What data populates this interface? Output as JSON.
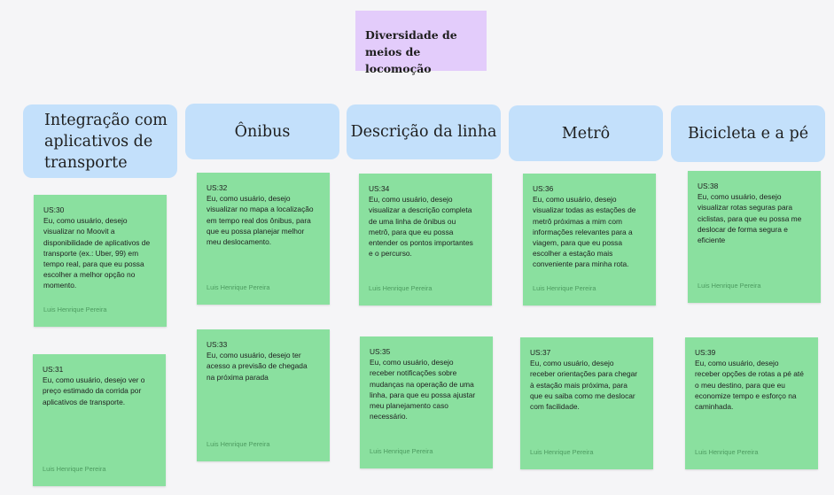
{
  "title": "Diversidade de\nmeios de locomoção",
  "columns": [
    {
      "header": "Integração com\naplicativos de\ntransporte"
    },
    {
      "header": "Ônibus"
    },
    {
      "header": "Descrição da linha"
    },
    {
      "header": "Metrô"
    },
    {
      "header": "Bicicleta e a pé"
    }
  ],
  "stories": [
    {
      "id": "US:30",
      "text": "Eu, como usuário, desejo\nvisualizar no Moovit a\ndisponibilidade de aplicativos de\ntransporte (ex.: Uber, 99) em\ntempo real, para que eu possa\nescolher a melhor opção no\nmomento.",
      "author": "Luis Henrique Pereira"
    },
    {
      "id": "US:31",
      "text": "Eu, como usuário, desejo ver o\npreço estimado  da corrida por\naplicativos de transporte.",
      "author": "Luis Henrique Pereira"
    },
    {
      "id": "US:32",
      "text": "Eu, como usuário, desejo\nvisualizar no mapa a localização\nem tempo real dos ônibus, para\nque eu possa planejar melhor\nmeu deslocamento.",
      "author": "Luis Henrique Pereira"
    },
    {
      "id": "US:33",
      "text": "Eu, como usuário, desejo ter\nacesso a previsão de chegada\nna próxima parada",
      "author": "Luis Henrique Pereira"
    },
    {
      "id": "US:34",
      "text": "Eu, como usuário, desejo\nvisualizar a descrição completa\nde uma linha de ônibus ou\nmetrô, para que eu possa\nentender os pontos importantes\ne o percurso.",
      "author": "Luis Henrique Pereira"
    },
    {
      "id": "US:35",
      "text": "Eu, como usuário, desejo\nreceber notificações sobre\nmudanças na operação de uma\nlinha, para que eu possa ajustar\nmeu planejamento caso\nnecessário.",
      "author": "Luis Henrique Pereira"
    },
    {
      "id": "US:36",
      "text": "Eu, como usuário, desejo\nvisualizar todas as estações de\nmetrô próximas a mim com\ninformações relevantes para a\nviagem, para que eu possa\nescolher a estação mais\nconveniente para minha rota.",
      "author": "Luis Henrique Pereira"
    },
    {
      "id": "US:37",
      "text": "Eu, como usuário, desejo\nreceber orientações para chegar\nà estação mais próxima, para\nque eu saiba como me deslocar\ncom facilidade.",
      "author": "Luis Henrique Pereira"
    },
    {
      "id": "US:38",
      "text": "Eu, como usuário, desejo\nvisualizar rotas seguras para\nciclistas, para que eu possa me\ndeslocar de forma segura e\neficiente",
      "author": "Luis Henrique Pereira"
    },
    {
      "id": "US:39",
      "text": "Eu, como usuário, desejo\nreceber opções de rotas a pé até\no meu destino, para que eu\neconomize tempo e esforço na\ncaminhada.",
      "author": "Luis Henrique Pereira"
    }
  ]
}
